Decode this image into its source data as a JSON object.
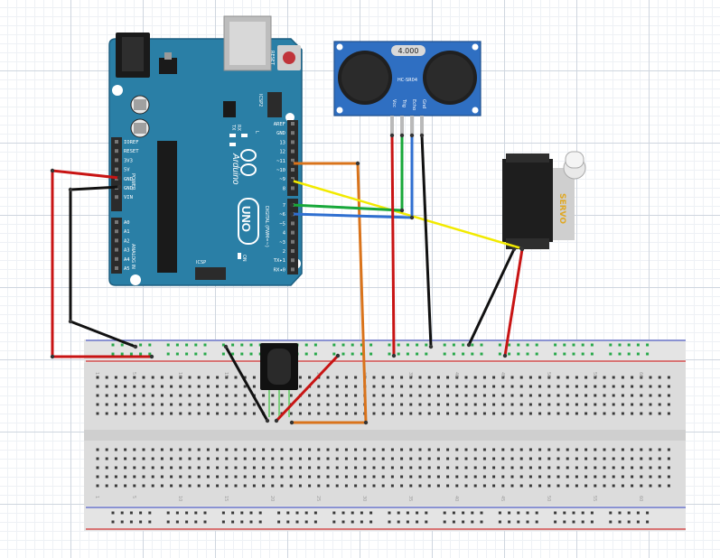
{
  "arduino": {
    "brand": "Arduino",
    "model": "UNO",
    "reset_label": "RESET",
    "icsp2_label": "ICSP2",
    "icsp_label": "ICSP",
    "tx_label": "TX",
    "rx_label": "RX",
    "l_label": "L",
    "on_label": "ON",
    "digital_label": "DIGITAL (PWM=~)",
    "power_label": "POWER",
    "analog_label": "ANALOG IN",
    "digital_pins": [
      "AREF",
      "GND",
      "13",
      "12",
      "~11",
      "~10",
      "~9",
      "8",
      "7",
      "~6",
      "~5",
      "4",
      "~3",
      "2",
      "TX▸1",
      "RX◂0"
    ],
    "power_pins": [
      "IOREF",
      "RESET",
      "3V3",
      "5V",
      "GND",
      "GND",
      "VIN"
    ],
    "analog_pins": [
      "A0",
      "A1",
      "A2",
      "A3",
      "A4",
      "A5"
    ]
  },
  "sensor": {
    "model": "HC-SR04",
    "crystal": "4.000",
    "pins": [
      "Vcc",
      "Trig",
      "Echo",
      "Gnd"
    ]
  },
  "servo": {
    "label": "SERVO"
  },
  "breadboard": {
    "column_numbers": [
      "1",
      "5",
      "10",
      "15",
      "20",
      "25",
      "30",
      "35",
      "40",
      "45",
      "50",
      "55",
      "60"
    ]
  },
  "colors": {
    "board": "#2a7fa6",
    "sensor": "#2f6fc2",
    "wire_red": "#c81414",
    "wire_black": "#111111",
    "wire_orange": "#d9731b",
    "wire_yellow": "#f2ea00",
    "wire_green": "#18a83a",
    "wire_blue": "#2f6fd0"
  }
}
